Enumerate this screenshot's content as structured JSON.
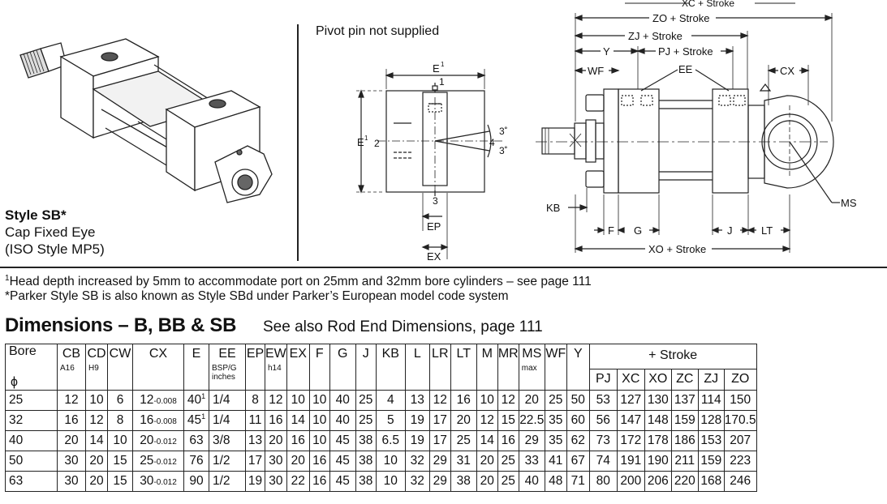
{
  "style_label": {
    "title": "Style SB*",
    "line1": "Cap Fixed Eye",
    "line2": "(ISO Style MP5)"
  },
  "pivot_note": "Pivot pin not supplied",
  "detail_labels": {
    "e1_top": "E",
    "e1_left": "E",
    "num1": "1",
    "num2": "2",
    "num3": "3",
    "num4": "4",
    "deg_top": "3˚",
    "deg_bottom": "3˚",
    "ep": "EP",
    "ex": "EX"
  },
  "side_labels": {
    "xc_top": "XC + Stroke",
    "zo": "ZO + Stroke",
    "zj": "ZJ + Stroke",
    "y": "Y",
    "pj": "PJ + Stroke",
    "wf": "WF",
    "ee": "EE",
    "cx": "CX",
    "kb": "KB",
    "f": "F",
    "g": "G",
    "j": "J",
    "lt": "LT",
    "xo": "XO + Stroke",
    "ms": "MS"
  },
  "footnotes": {
    "note1": "Head depth increased by 5mm to accommodate port on 25mm and 32mm bore cylinders – see page 111",
    "note1_mark": "1",
    "note2": "*Parker Style SB is also known as Style SBd under Parker’s European model code system"
  },
  "section": {
    "title": "Dimensions – B, BB & SB",
    "subtitle": "See also Rod End Dimensions, page 111"
  },
  "table": {
    "bore_header": "Bore",
    "bore_symbol": "ϕ",
    "stroke_header": "+ Stroke",
    "columns": [
      "CB",
      "CD",
      "CW",
      "CX",
      "E",
      "EE",
      "EP",
      "EW",
      "EX",
      "F",
      "G",
      "J",
      "KB",
      "L",
      "LR",
      "LT",
      "M",
      "MR",
      "MS",
      "WF",
      "Y"
    ],
    "sub_labels": {
      "CB": "A16",
      "CD": "H9",
      "EE": "BSP/G inches",
      "EW": "h14",
      "MS": "max"
    },
    "stroke_columns": [
      "PJ",
      "XC",
      "XO",
      "ZC",
      "ZJ",
      "ZO"
    ],
    "rows": [
      {
        "bore": "25",
        "CB": "12",
        "CD": "10",
        "CW": "6",
        "CX": "12",
        "CX_tol": "-0.008",
        "E": "40",
        "E_sup": "1",
        "EE": "1/4",
        "EP": "8",
        "EW": "12",
        "EX": "10",
        "F": "10",
        "G": "40",
        "J": "25",
        "KB": "4",
        "L": "13",
        "LR": "12",
        "LT": "16",
        "M": "10",
        "MR": "12",
        "MS": "20",
        "WF": "25",
        "Y": "50",
        "PJ": "53",
        "XC": "127",
        "XO": "130",
        "ZC": "137",
        "ZJ": "114",
        "ZO": "150"
      },
      {
        "bore": "32",
        "CB": "16",
        "CD": "12",
        "CW": "8",
        "CX": "16",
        "CX_tol": "-0.008",
        "E": "45",
        "E_sup": "1",
        "EE": "1/4",
        "EP": "11",
        "EW": "16",
        "EX": "14",
        "F": "10",
        "G": "40",
        "J": "25",
        "KB": "5",
        "L": "19",
        "LR": "17",
        "LT": "20",
        "M": "12",
        "MR": "15",
        "MS": "22.5",
        "WF": "35",
        "Y": "60",
        "PJ": "56",
        "XC": "147",
        "XO": "148",
        "ZC": "159",
        "ZJ": "128",
        "ZO": "170.5"
      },
      {
        "bore": "40",
        "CB": "20",
        "CD": "14",
        "CW": "10",
        "CX": "20",
        "CX_tol": "-0.012",
        "E": "63",
        "E_sup": "",
        "EE": "3/8",
        "EP": "13",
        "EW": "20",
        "EX": "16",
        "F": "10",
        "G": "45",
        "J": "38",
        "KB": "6.5",
        "L": "19",
        "LR": "17",
        "LT": "25",
        "M": "14",
        "MR": "16",
        "MS": "29",
        "WF": "35",
        "Y": "62",
        "PJ": "73",
        "XC": "172",
        "XO": "178",
        "ZC": "186",
        "ZJ": "153",
        "ZO": "207"
      },
      {
        "bore": "50",
        "CB": "30",
        "CD": "20",
        "CW": "15",
        "CX": "25",
        "CX_tol": "-0.012",
        "E": "76",
        "E_sup": "",
        "EE": "1/2",
        "EP": "17",
        "EW": "30",
        "EX": "20",
        "F": "16",
        "G": "45",
        "J": "38",
        "KB": "10",
        "L": "32",
        "LR": "29",
        "LT": "31",
        "M": "20",
        "MR": "25",
        "MS": "33",
        "WF": "41",
        "Y": "67",
        "PJ": "74",
        "XC": "191",
        "XO": "190",
        "ZC": "211",
        "ZJ": "159",
        "ZO": "223"
      },
      {
        "bore": "63",
        "CB": "30",
        "CD": "20",
        "CW": "15",
        "CX": "30",
        "CX_tol": "-0.012",
        "E": "90",
        "E_sup": "",
        "EE": "1/2",
        "EP": "19",
        "EW": "30",
        "EX": "22",
        "F": "16",
        "G": "45",
        "J": "38",
        "KB": "10",
        "L": "32",
        "LR": "29",
        "LT": "38",
        "M": "20",
        "MR": "25",
        "MS": "40",
        "WF": "48",
        "Y": "71",
        "PJ": "80",
        "XC": "200",
        "XO": "206",
        "ZC": "220",
        "ZJ": "168",
        "ZO": "246"
      }
    ]
  }
}
